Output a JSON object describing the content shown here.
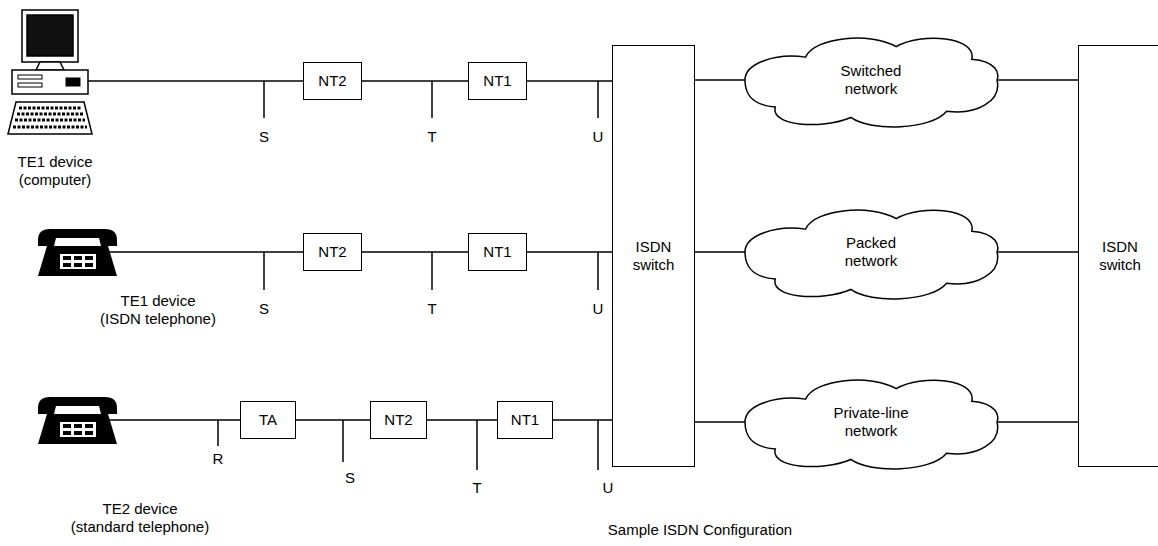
{
  "diagram": {
    "caption": "Sample ISDN Configuration",
    "nodes": [
      {
        "text": [
          "TE1 device (computer)"
        ]
      },
      {
        "text": [
          "NT2"
        ]
      },
      {
        "text": [
          "NT1"
        ]
      },
      {
        "text": [
          "ISDN switch"
        ]
      },
      {
        "text": [
          "Switched network"
        ]
      },
      {
        "text": [
          "ISDN switch"
        ]
      },
      {
        "text": [
          "TE1 device (ISDN telephone)"
        ]
      },
      {
        "text": [
          "NT2"
        ]
      },
      {
        "text": [
          "NT1"
        ]
      },
      {
        "text": [
          "Packed network"
        ]
      },
      {
        "text": [
          "TE2 device (standard telephone)"
        ]
      },
      {
        "text": [
          "TA"
        ]
      },
      {
        "text": [
          "NT2"
        ]
      },
      {
        "text": [
          "NT1"
        ]
      },
      {
        "text": [
          "Private-line network"
        ]
      }
    ],
    "edges": [
      {
        "from": 0,
        "to": 1,
        "arrow": "none"
      },
      {
        "from": 1,
        "to": 2,
        "arrow": "none"
      },
      {
        "from": 2,
        "to": 3,
        "arrow": "none"
      },
      {
        "from": 3,
        "to": 4,
        "arrow": "none"
      },
      {
        "from": 4,
        "to": 5,
        "arrow": "none"
      },
      {
        "from": 6,
        "to": 7,
        "arrow": "none"
      },
      {
        "from": 7,
        "to": 8,
        "arrow": "none"
      },
      {
        "from": 8,
        "to": 3,
        "arrow": "none"
      },
      {
        "from": 3,
        "to": 9,
        "arrow": "none"
      },
      {
        "from": 9,
        "to": 5,
        "arrow": "none"
      },
      {
        "from": 10,
        "to": 11,
        "arrow": "none"
      },
      {
        "from": 11,
        "to": 12,
        "arrow": "none"
      },
      {
        "from": 12,
        "to": 13,
        "arrow": "none"
      },
      {
        "from": 13,
        "to": 3,
        "arrow": "none"
      },
      {
        "from": 3,
        "to": 14,
        "arrow": "none"
      },
      {
        "from": 14,
        "to": 5,
        "arrow": "none"
      }
    ],
    "labels": [
      "S",
      "T",
      "U",
      "S",
      "T",
      "U",
      "R",
      "S",
      "T",
      "U"
    ]
  }
}
